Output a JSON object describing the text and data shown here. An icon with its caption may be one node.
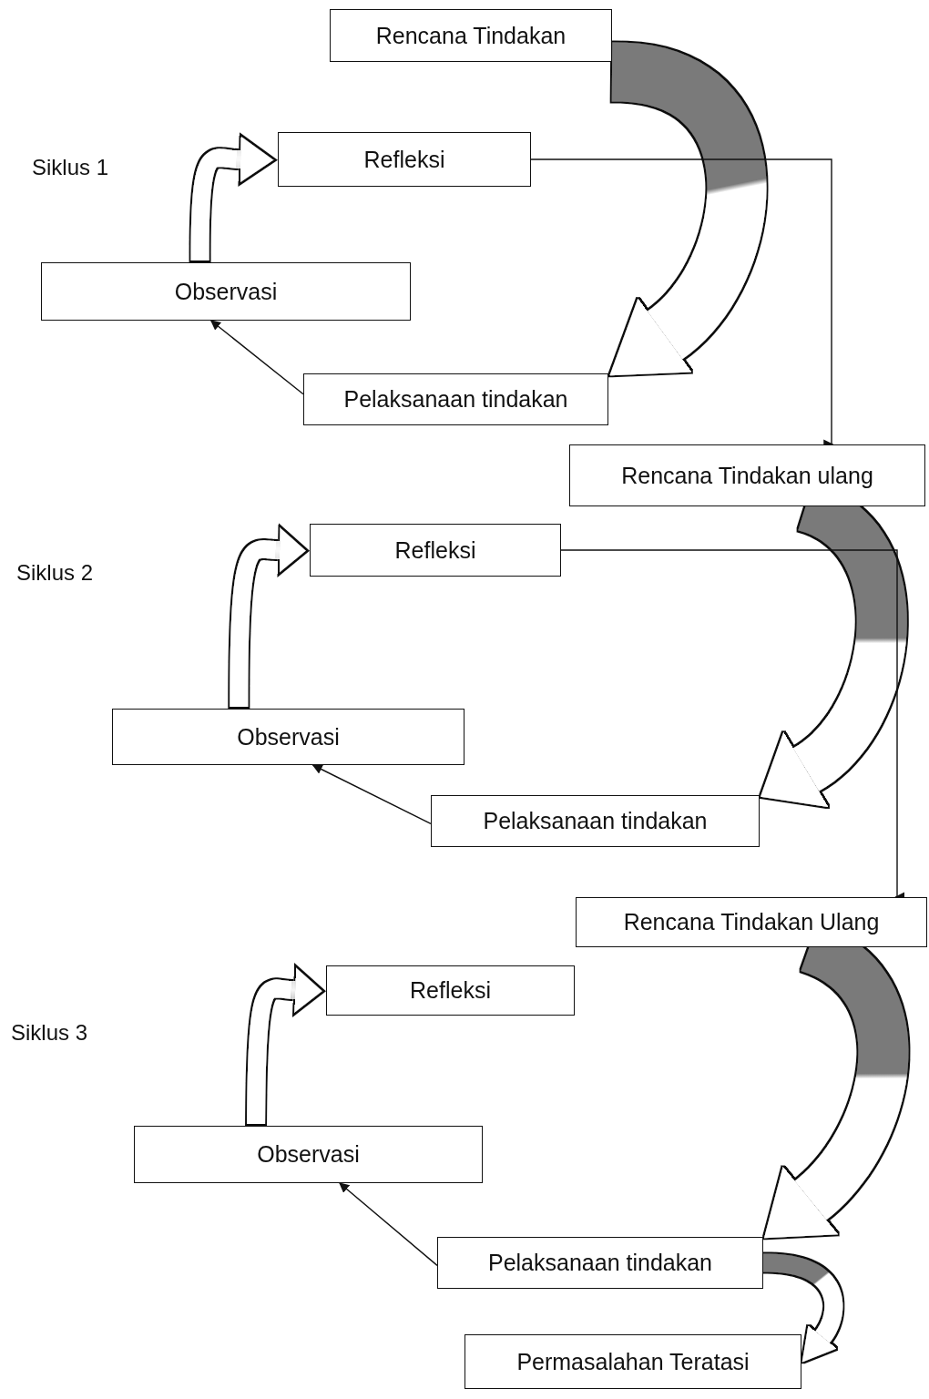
{
  "diagram": {
    "nodes": [
      {
        "text": [
          "Rencana Tindakan"
        ]
      },
      {
        "text": [
          "Refleksi"
        ]
      },
      {
        "text": [
          "Observasi"
        ]
      },
      {
        "text": [
          "Pelaksanaan tindakan"
        ]
      },
      {
        "text": [
          "Rencana Tindakan ulang"
        ]
      },
      {
        "text": [
          "Refleksi"
        ]
      },
      {
        "text": [
          "Observasi"
        ]
      },
      {
        "text": [
          "Pelaksanaan tindakan"
        ]
      },
      {
        "text": [
          "Rencana Tindakan Ulang"
        ]
      },
      {
        "text": [
          "Refleksi"
        ]
      },
      {
        "text": [
          "Observasi"
        ]
      },
      {
        "text": [
          "Pelaksanaan tindakan"
        ]
      },
      {
        "text": [
          "Permasalahan Teratasi"
        ]
      }
    ],
    "edges": [
      {
        "from": 0,
        "to": 3,
        "arrow": "to",
        "style": "thick",
        "color": "#7a7a7a"
      },
      {
        "from": 3,
        "to": 2,
        "arrow": "to"
      },
      {
        "from": 2,
        "to": 1,
        "arrow": "to",
        "style": "thick"
      },
      {
        "from": 1,
        "to": 4,
        "arrow": "to"
      },
      {
        "from": 4,
        "to": 7,
        "arrow": "to",
        "style": "thick",
        "color": "#7a7a7a"
      },
      {
        "from": 7,
        "to": 6,
        "arrow": "to"
      },
      {
        "from": 6,
        "to": 5,
        "arrow": "to",
        "style": "thick"
      },
      {
        "from": 5,
        "to": 8,
        "arrow": "to"
      },
      {
        "from": 8,
        "to": 11,
        "arrow": "to",
        "style": "thick",
        "color": "#7a7a7a"
      },
      {
        "from": 11,
        "to": 10,
        "arrow": "to"
      },
      {
        "from": 10,
        "to": 9,
        "arrow": "to",
        "style": "thick"
      },
      {
        "from": 11,
        "to": 12,
        "arrow": "to",
        "style": "thick",
        "color": "#7a7a7a"
      }
    ],
    "labels": [
      "Siklus 1",
      "Siklus 2",
      "Siklus 3"
    ]
  }
}
